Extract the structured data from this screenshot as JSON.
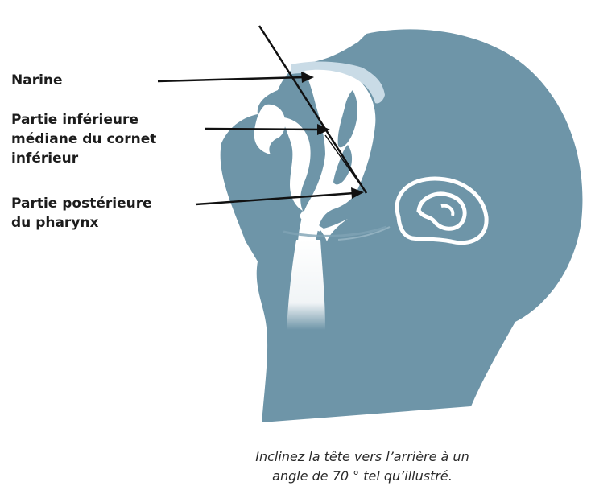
{
  "labels": {
    "nostril": "Narine",
    "inferior_turbinate": "Partie inférieure\nmédiane du cornet\ninférieur",
    "posterior_pharynx": "Partie postérieure\ndu pharynx"
  },
  "caption": {
    "line1": "Inclinez la tête vers l’arrière à un",
    "line2": "angle de 70 ° tel qu’illustré."
  },
  "colors": {
    "head": "#6e95a8",
    "cavity": "#ffffff",
    "nostril_highlight": "#c9dbe6",
    "arrows": "#111111"
  }
}
